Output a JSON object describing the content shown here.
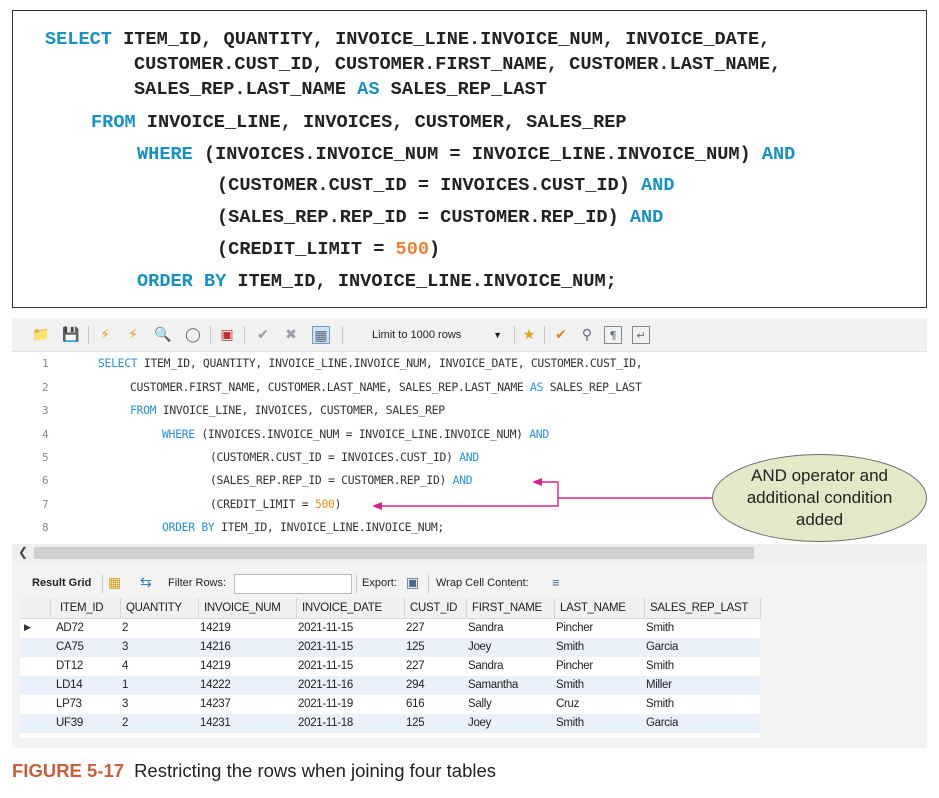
{
  "sql_box": {
    "lines": [
      [
        "SELECT",
        " ITEM_ID, QUANTITY, INVOICE_LINE.INVOICE_NUM, INVOICE_DATE,"
      ],
      [
        "CUSTOMER.CUST_ID, CUSTOMER.FIRST_NAME, CUSTOMER.LAST_NAME,"
      ],
      [
        "SALES_REP.LAST_NAME ",
        "AS",
        " SALES_REP_LAST"
      ],
      [
        "FROM",
        " INVOICE_LINE, INVOICES, CUSTOMER, SALES_REP"
      ],
      [
        "WHERE",
        " (INVOICES.INVOICE_NUM = INVOICE_LINE.INVOICE_NUM) ",
        "AND"
      ],
      [
        "(CUSTOMER.CUST_ID = INVOICES.CUST_ID) ",
        "AND"
      ],
      [
        "(SALES_REP.REP_ID = CUSTOMER.REP_ID) ",
        "AND"
      ],
      [
        "(CREDIT_LIMIT = ",
        "500",
        ")"
      ],
      [
        "ORDER BY",
        " ITEM_ID, INVOICE_LINE.INVOICE_NUM;"
      ]
    ]
  },
  "toolbar": {
    "limit_label": "Limit to 1000 rows",
    "icons": [
      "folder-icon",
      "save-icon",
      "lightning-icon",
      "lightning-cursor-icon",
      "magnifier-icon",
      "stop-icon",
      "toggle-icon",
      "check-icon",
      "cancel-icon",
      "beautify-icon",
      "limit-dropdown",
      "star-icon",
      "broom-icon",
      "search-icon",
      "invisible-chars-icon",
      "wrap-icon"
    ]
  },
  "editor": {
    "line_numbers": [
      "1",
      "2",
      "3",
      "4",
      "5",
      "6",
      "7",
      "8"
    ],
    "lines": [
      {
        "parts": [
          [
            "kw",
            "SELECT"
          ],
          [
            "t",
            " ITEM_ID, QUANTITY, INVOICE_LINE.INVOICE_NUM, INVOICE_DATE, CUSTOMER.CUST_ID,"
          ]
        ]
      },
      {
        "parts": [
          [
            "t",
            "CUSTOMER.FIRST_NAME, CUSTOMER.LAST_NAME, SALES_REP.LAST_NAME "
          ],
          [
            "kw",
            "AS"
          ],
          [
            "t",
            " SALES_REP_LAST"
          ]
        ]
      },
      {
        "parts": [
          [
            "kw",
            "FROM"
          ],
          [
            "t",
            " INVOICE_LINE, INVOICES, CUSTOMER, SALES_REP"
          ]
        ]
      },
      {
        "parts": [
          [
            "kw",
            "WHERE"
          ],
          [
            "t",
            " (INVOICES.INVOICE_NUM = INVOICE_LINE.INVOICE_NUM) "
          ],
          [
            "kw",
            "AND"
          ]
        ]
      },
      {
        "parts": [
          [
            "t",
            "(CUSTOMER.CUST_ID = INVOICES.CUST_ID) "
          ],
          [
            "kw",
            "AND"
          ]
        ]
      },
      {
        "parts": [
          [
            "t",
            "(SALES_REP.REP_ID = CUSTOMER.REP_ID) "
          ],
          [
            "kw",
            "AND"
          ]
        ]
      },
      {
        "parts": [
          [
            "t",
            "(CREDIT_LIMIT = "
          ],
          [
            "num",
            "500"
          ],
          [
            "t",
            ")"
          ]
        ]
      },
      {
        "parts": [
          [
            "kw",
            "ORDER BY"
          ],
          [
            "t",
            " ITEM_ID, INVOICE_LINE.INVOICE_NUM;"
          ]
        ]
      }
    ]
  },
  "result_bar": {
    "result_grid": "Result Grid",
    "filter_rows": "Filter Rows:",
    "export": "Export:",
    "wrap_cell": "Wrap Cell Content:"
  },
  "grid": {
    "columns": [
      "ITEM_ID",
      "QUANTITY",
      "INVOICE_NUM",
      "INVOICE_DATE",
      "CUST_ID",
      "FIRST_NAME",
      "LAST_NAME",
      "SALES_REP_LAST"
    ],
    "rows": [
      [
        "AD72",
        "2",
        "14219",
        "2021-11-15",
        "227",
        "Sandra",
        "Pincher",
        "Smith"
      ],
      [
        "CA75",
        "3",
        "14216",
        "2021-11-15",
        "125",
        "Joey",
        "Smith",
        "Garcia"
      ],
      [
        "DT12",
        "4",
        "14219",
        "2021-11-15",
        "227",
        "Sandra",
        "Pincher",
        "Smith"
      ],
      [
        "LD14",
        "1",
        "14222",
        "2021-11-16",
        "294",
        "Samantha",
        "Smith",
        "Miller"
      ],
      [
        "LP73",
        "3",
        "14237",
        "2021-11-19",
        "616",
        "Sally",
        "Cruz",
        "Smith"
      ],
      [
        "UF39",
        "2",
        "14231",
        "2021-11-18",
        "125",
        "Joey",
        "Smith",
        "Garcia"
      ]
    ]
  },
  "callout": {
    "text": "AND operator and\nadditional condition\nadded"
  },
  "caption": {
    "figure": "FIGURE 5-17",
    "text": "Restricting the rows when joining four tables"
  },
  "colors": {
    "keyword_box": "#1a8fc0",
    "number": "#e8823a",
    "callout_fill": "#e3e8c8",
    "arrow": "#d0268a",
    "caption_label": "#c65f3b"
  }
}
